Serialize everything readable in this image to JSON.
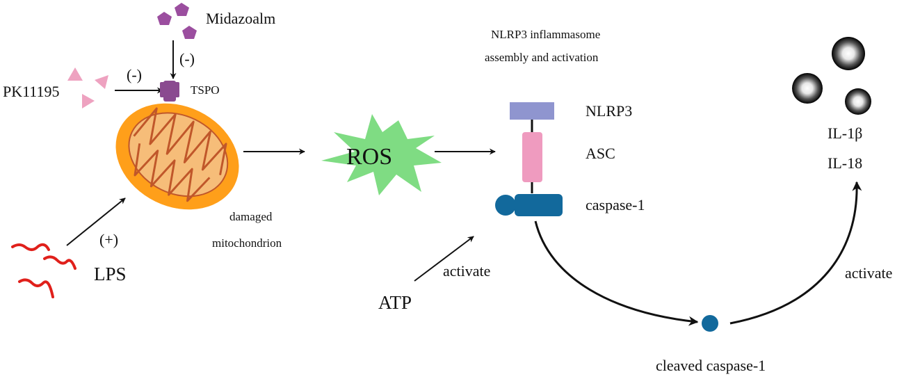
{
  "labels": {
    "midazolam": "Midazoalm",
    "minus_midazolam": "(-)",
    "pk11195": "PK11195",
    "minus_pk": "(-)",
    "tspo": "TSPO",
    "ros": "ROS",
    "damaged_line1": "damaged",
    "damaged_line2": "mitochondrion",
    "plus": "(+)",
    "lps": "LPS",
    "inflammasome_line1": "NLRP3 inflammasome",
    "inflammasome_line2": "assembly and activation",
    "nlrp3": "NLRP3",
    "asc": "ASC",
    "caspase1": "caspase-1",
    "atp": "ATP",
    "activate_atp": "activate",
    "cleaved": "cleaved caspase-1",
    "activate_il": "activate",
    "il1b": "IL-1β",
    "il18": "IL-18"
  },
  "colors": {
    "mito_outer": "#ff9f1a",
    "mito_inner": "#f6bd79",
    "mito_line": "#c0572a",
    "ros": "#7fdc83",
    "nlrp3": "#8f95cf",
    "asc": "#ef9bbf",
    "caspase": "#12699c",
    "midazolam": "#9b4e9f",
    "pk11195": "#eea2c0",
    "lps": "#e0201b",
    "tspo": "#8a4a90"
  }
}
